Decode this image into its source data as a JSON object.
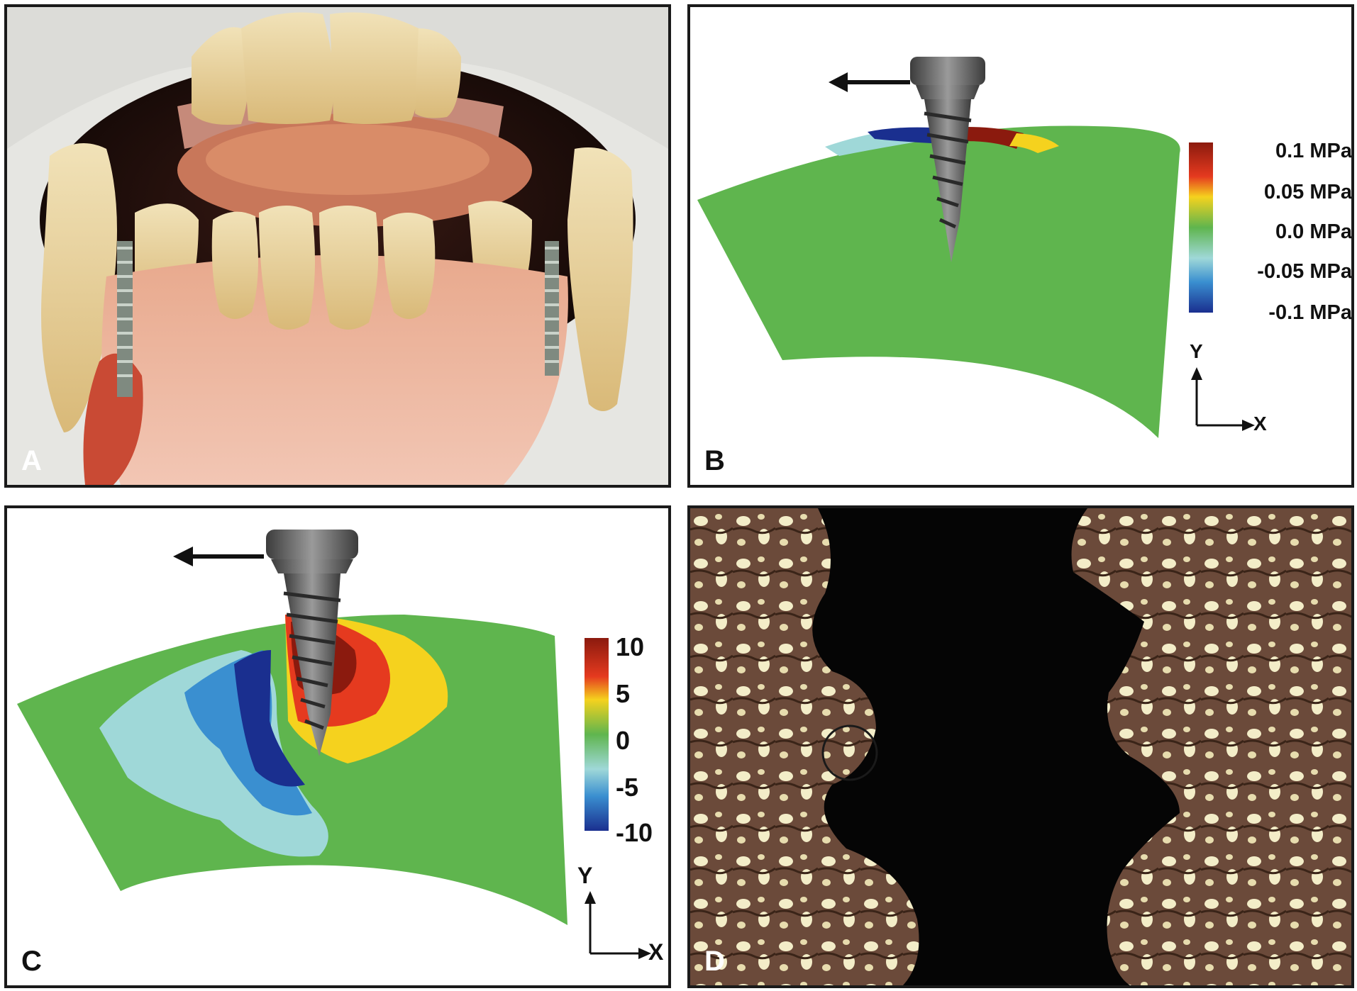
{
  "panels": {
    "a": {
      "label": "A"
    },
    "b": {
      "label": "B",
      "legend_ticks": [
        "0.1 MPa",
        "0.05 MPa",
        "0.0 MPa",
        "-0.05 MPa",
        "-0.1 MPa"
      ],
      "axis_y": "Y",
      "axis_x": "X"
    },
    "c": {
      "label": "C",
      "legend_ticks": [
        "10",
        "5",
        "0",
        "-5",
        "-10"
      ],
      "axis_y": "Y",
      "axis_x": "X"
    },
    "d": {
      "label": "D"
    }
  },
  "colors": {
    "high": "#8b1a0e",
    "mid_high": "#f5d21e",
    "zero": "#5fb54e",
    "mid_low": "#9fd8d8",
    "low": "#1a2f8f"
  }
}
